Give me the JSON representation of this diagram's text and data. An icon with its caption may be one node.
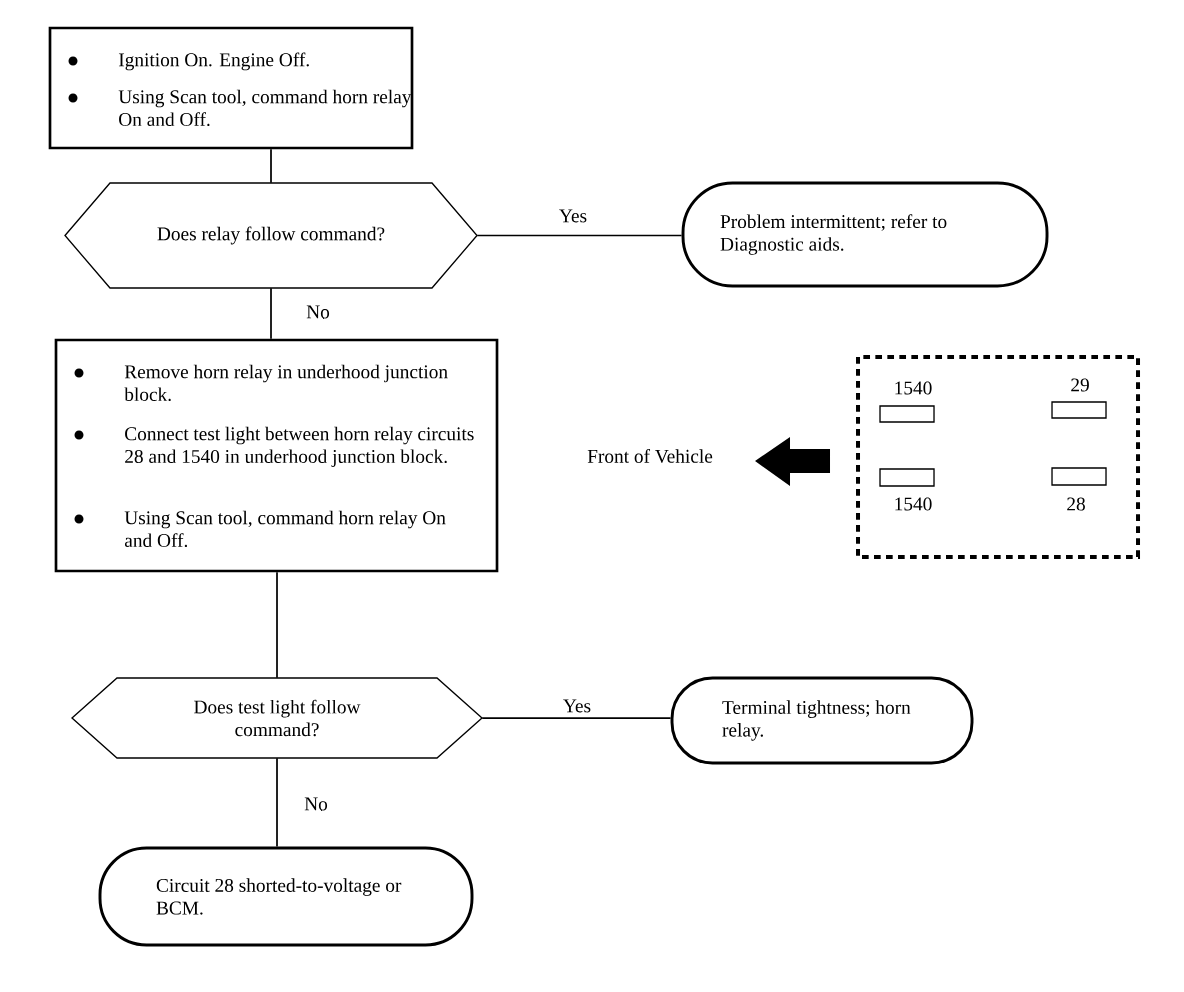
{
  "diagram": {
    "nodes": [
      {
        "text": [
          "Ignition On. Engine Off.",
          "Using Scan tool, command horn relay On and Off."
        ]
      },
      {
        "text": [
          "Does relay follow command?"
        ]
      },
      {
        "text": [
          "Problem intermittent; refer to Diagnostic aids."
        ]
      },
      {
        "text": [
          "Remove horn relay in underhood junction block.",
          "Connect test light between horn relay circuits 28 and 1540 in underhood junction block.",
          "Using Scan tool, command horn relay On and Off."
        ]
      },
      {
        "text": [
          "Does test light follow command?"
        ]
      },
      {
        "text": [
          "Terminal tightness; horn relay."
        ]
      },
      {
        "text": [
          "Circuit 28 shorted-to-voltage or BCM."
        ]
      }
    ],
    "edges": [
      {
        "from": 0,
        "to": 1,
        "arrow": "none"
      },
      {
        "from": 1,
        "to": 2,
        "arrow": "none",
        "label": "Yes"
      },
      {
        "from": 1,
        "to": 3,
        "arrow": "none",
        "label": "No"
      },
      {
        "from": 3,
        "to": 4,
        "arrow": "none"
      },
      {
        "from": 4,
        "to": 5,
        "arrow": "none",
        "label": "Yes"
      },
      {
        "from": 4,
        "to": 6,
        "arrow": "none",
        "label": "No"
      }
    ],
    "labels": [
      "Front of Vehicle",
      "1540",
      "29",
      "1540",
      "28"
    ]
  }
}
